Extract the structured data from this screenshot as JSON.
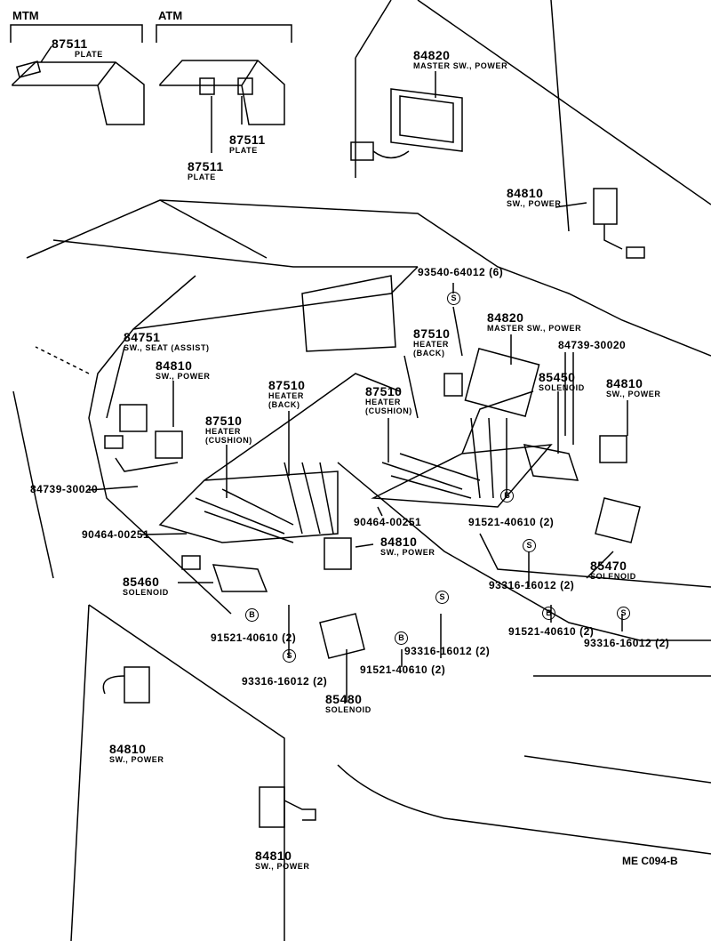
{
  "sections": {
    "mtm": "MTM",
    "atm": "ATM"
  },
  "callouts": [
    {
      "num": "87511",
      "desc": "PLATE"
    },
    {
      "num": "87511",
      "desc": "PLATE"
    },
    {
      "num": "87511",
      "desc": "PLATE"
    },
    {
      "num": "84820",
      "desc": "MASTER SW., POWER"
    },
    {
      "num": "84810",
      "desc": "SW., POWER"
    },
    {
      "num": "93540-64012 (6)",
      "desc": ""
    },
    {
      "num": "84820",
      "desc": "MASTER SW., POWER"
    },
    {
      "num": "84751",
      "desc": "SW., SEAT (ASSIST)"
    },
    {
      "num": "87510",
      "desc": "HEATER",
      "desc2": "(BACK)"
    },
    {
      "num": "84739-30020",
      "desc": ""
    },
    {
      "num": "84810",
      "desc": "SW., POWER"
    },
    {
      "num": "85450",
      "desc": "SOLENOID"
    },
    {
      "num": "84810",
      "desc": "SW., POWER"
    },
    {
      "num": "87510",
      "desc": "HEATER",
      "desc2": "(BACK)"
    },
    {
      "num": "87510",
      "desc": "HEATER",
      "desc2": "(CUSHION)"
    },
    {
      "num": "87510",
      "desc": "HEATER",
      "desc2": "(CUSHION)"
    },
    {
      "num": "84739-30020",
      "desc": ""
    },
    {
      "num": "90464-00251",
      "desc": ""
    },
    {
      "num": "91521-40610 (2)",
      "desc": ""
    },
    {
      "num": "90464-00251",
      "desc": ""
    },
    {
      "num": "84810",
      "desc": "SW., POWER"
    },
    {
      "num": "85470",
      "desc": "SOLENOID"
    },
    {
      "num": "85460",
      "desc": "SOLENOID"
    },
    {
      "num": "93316-16012 (2)",
      "desc": ""
    },
    {
      "num": "91521-40610 (2)",
      "desc": ""
    },
    {
      "num": "91521-40610 (2)",
      "desc": ""
    },
    {
      "num": "93316-16012 (2)",
      "desc": ""
    },
    {
      "num": "93316-16012 (2)",
      "desc": ""
    },
    {
      "num": "91521-40610 (2)",
      "desc": ""
    },
    {
      "num": "93316-16012 (2)",
      "desc": ""
    },
    {
      "num": "85480",
      "desc": "SOLENOID"
    },
    {
      "num": "84810",
      "desc": "SW., POWER"
    },
    {
      "num": "84810",
      "desc": "SW., POWER"
    }
  ],
  "symbols": {
    "screw": "S",
    "bolt": "B"
  },
  "diagram_code": "ME C094-B"
}
